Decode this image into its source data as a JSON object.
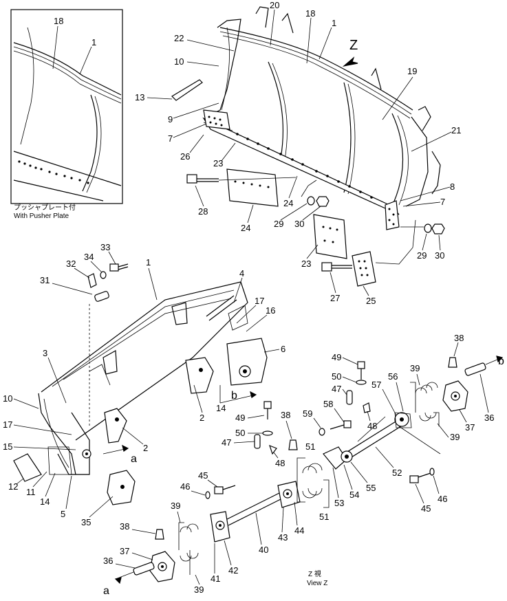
{
  "inset": {
    "caption_jp": "プッシャプレート付",
    "caption_en": "With Pusher Plate",
    "callouts": [
      "18",
      "1"
    ]
  },
  "view_z": {
    "arrow_label": "Z",
    "caption_jp": "Z 視",
    "caption_en": "View Z"
  },
  "blade_callouts": [
    "20",
    "18",
    "1",
    "22",
    "10",
    "13",
    "9",
    "7",
    "26",
    "23",
    "19",
    "21",
    "8",
    "7",
    "28",
    "24",
    "24",
    "29",
    "30",
    "23",
    "29",
    "30",
    "27",
    "25"
  ],
  "frame_callouts": [
    "33",
    "34",
    "32",
    "1",
    "31",
    "4",
    "17",
    "16",
    "3",
    "6",
    "10",
    "2",
    "14",
    "2",
    "17",
    "15",
    "12",
    "11",
    "14",
    "5",
    "35"
  ],
  "link_callouts": [
    "38",
    "49",
    "50",
    "47",
    "58",
    "59",
    "57",
    "56",
    "39",
    "37",
    "36",
    "48",
    "49",
    "50",
    "38",
    "47",
    "48",
    "51",
    "52",
    "39",
    "45",
    "46",
    "45",
    "46",
    "53",
    "54",
    "55",
    "51",
    "39",
    "44",
    "43",
    "40",
    "38",
    "37",
    "36",
    "42",
    "41",
    "39"
  ],
  "arrow_labels": {
    "a1": "a",
    "b1": "b",
    "b2": "b",
    "a2": "a"
  },
  "colors": {
    "ink": "#000000",
    "paper": "#ffffff"
  }
}
